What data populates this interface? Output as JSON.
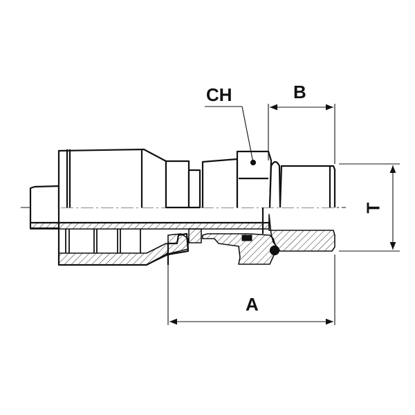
{
  "drawing": {
    "labels": {
      "ch": "CH",
      "b": "B",
      "t": "T",
      "a": "A"
    },
    "colors": {
      "line": "#111111",
      "background": "#ffffff"
    }
  }
}
